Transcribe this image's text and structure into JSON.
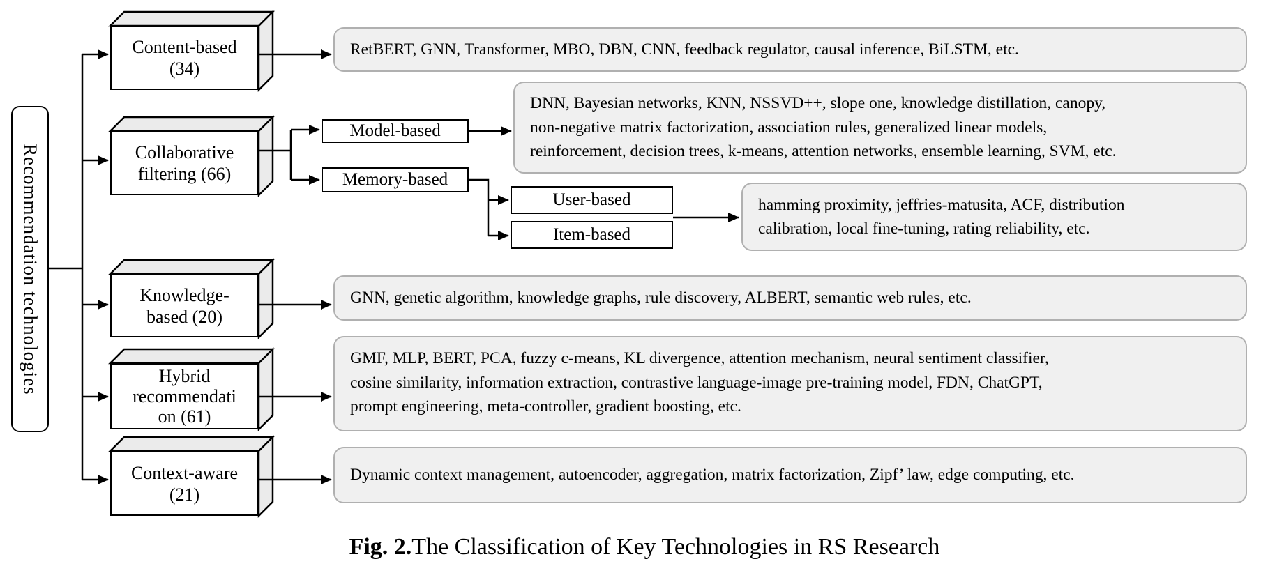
{
  "figure": {
    "caption_bold": "Fig. 2.",
    "caption_text": "The Classification of Key Technologies in RS Research"
  },
  "root_label": "Recommendation technologies",
  "nodes": {
    "content_based": {
      "lines": [
        "Content-based",
        "(34)"
      ]
    },
    "collaborative": {
      "lines": [
        "Collaborative",
        "filtering (66)"
      ]
    },
    "knowledge": {
      "lines": [
        "Knowledge-",
        "based (20)"
      ]
    },
    "hybrid": {
      "lines": [
        "Hybrid",
        "recommendati",
        "on (61)"
      ]
    },
    "context": {
      "lines": [
        "Context-aware",
        "(21)"
      ]
    },
    "model_based": {
      "label": "Model-based"
    },
    "memory_based": {
      "label": "Memory-based"
    },
    "user_based": {
      "label": "User-based"
    },
    "item_based": {
      "label": "Item-based"
    }
  },
  "tech_lists": {
    "content": {
      "lines": [
        "RetBERT, GNN, Transformer, MBO, DBN, CNN, feedback regulator, causal inference, BiLSTM, etc."
      ]
    },
    "model": {
      "lines": [
        "DNN, Bayesian networks, KNN, NSSVD++, slope one, knowledge distillation, canopy,",
        "non-negative matrix factorization, association rules, generalized linear models,",
        "reinforcement, decision trees, k-means, attention networks, ensemble learning, SVM, etc."
      ]
    },
    "memory": {
      "lines": [
        "hamming proximity, jeffries-matusita, ACF, distribution",
        "calibration, local fine-tuning, rating reliability, etc."
      ]
    },
    "knowledge": {
      "lines": [
        "GNN, genetic algorithm, knowledge graphs, rule discovery, ALBERT, semantic web rules, etc."
      ]
    },
    "hybrid": {
      "lines": [
        "GMF, MLP, BERT, PCA, fuzzy c-means, KL divergence, attention mechanism, neural sentiment classifier,",
        "cosine similarity, information extraction, contrastive language-image pre-training model, FDN, ChatGPT,",
        "prompt engineering, meta-controller, gradient boosting, etc."
      ]
    },
    "context": {
      "lines": [
        "Dynamic context management, autoencoder, aggregation, matrix factorization, Zipf’ law, edge computing, etc."
      ]
    }
  },
  "colors": {
    "line": "#000000",
    "panel_fill": "#f0f0f0",
    "panel_border": "#b0b0b0",
    "box_side_fill": "#ebebeb",
    "box_front_fill": "#ffffff"
  }
}
